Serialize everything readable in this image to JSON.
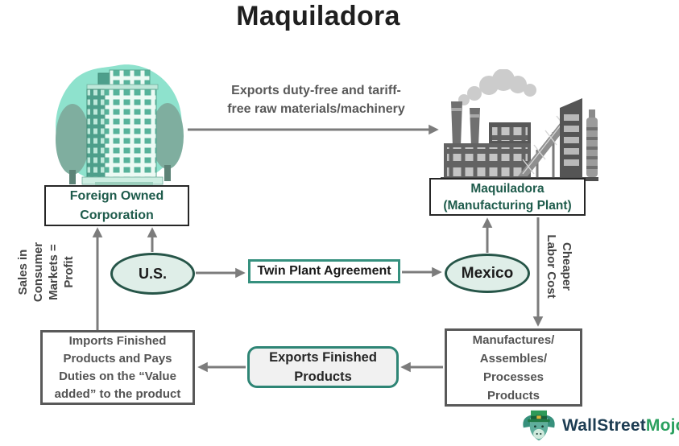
{
  "title": "Maquiladora",
  "colors": {
    "teal_accent": "#2e8575",
    "dark_green_text": "#1e5b4b",
    "arrow_gray": "#7c7c7c",
    "box_border_gray": "#595959",
    "ellipse_fill": "#dfeee8",
    "ellipse_border": "#265548",
    "exports_box_fill": "#f1f1f1",
    "logo_navy": "#1d3d53",
    "logo_green": "#2aa05f"
  },
  "flow": {
    "top_arrow_label": {
      "lines": [
        "Exports duty-free and tariff-",
        "free raw materials/machinery"
      ]
    },
    "foreign_corp_box": {
      "lines": [
        "Foreign Owned",
        "Corporation"
      ]
    },
    "maquiladora_box": {
      "lines": [
        "Maquiladora",
        "(Manufacturing Plant)"
      ]
    },
    "us_node": "U.S.",
    "mexico_node": "Mexico",
    "twin_plant_box": "Twin Plant Agreement",
    "left_rotated_label": {
      "lines": [
        "Sales in",
        "Consumer",
        "Markets =",
        "Profit"
      ]
    },
    "right_rotated_label": {
      "lines": [
        "Cheaper",
        "Labor Cost"
      ]
    },
    "imports_box": {
      "lines": [
        "Imports Finished",
        "Products and Pays",
        "Duties on the “Value",
        "added” to the product"
      ]
    },
    "exports_box": {
      "lines": [
        "Exports Finished",
        "Products"
      ]
    },
    "manufactures_box": {
      "lines": [
        "Manufactures/",
        "Assembles/",
        "Processes",
        "Products"
      ]
    }
  },
  "logo": {
    "brand_dark": "WallStreet",
    "brand_green": "Mojo"
  },
  "icons": {
    "building": "office-building-icon",
    "factory": "factory-icon",
    "mascot": "bull-mascot-icon"
  }
}
